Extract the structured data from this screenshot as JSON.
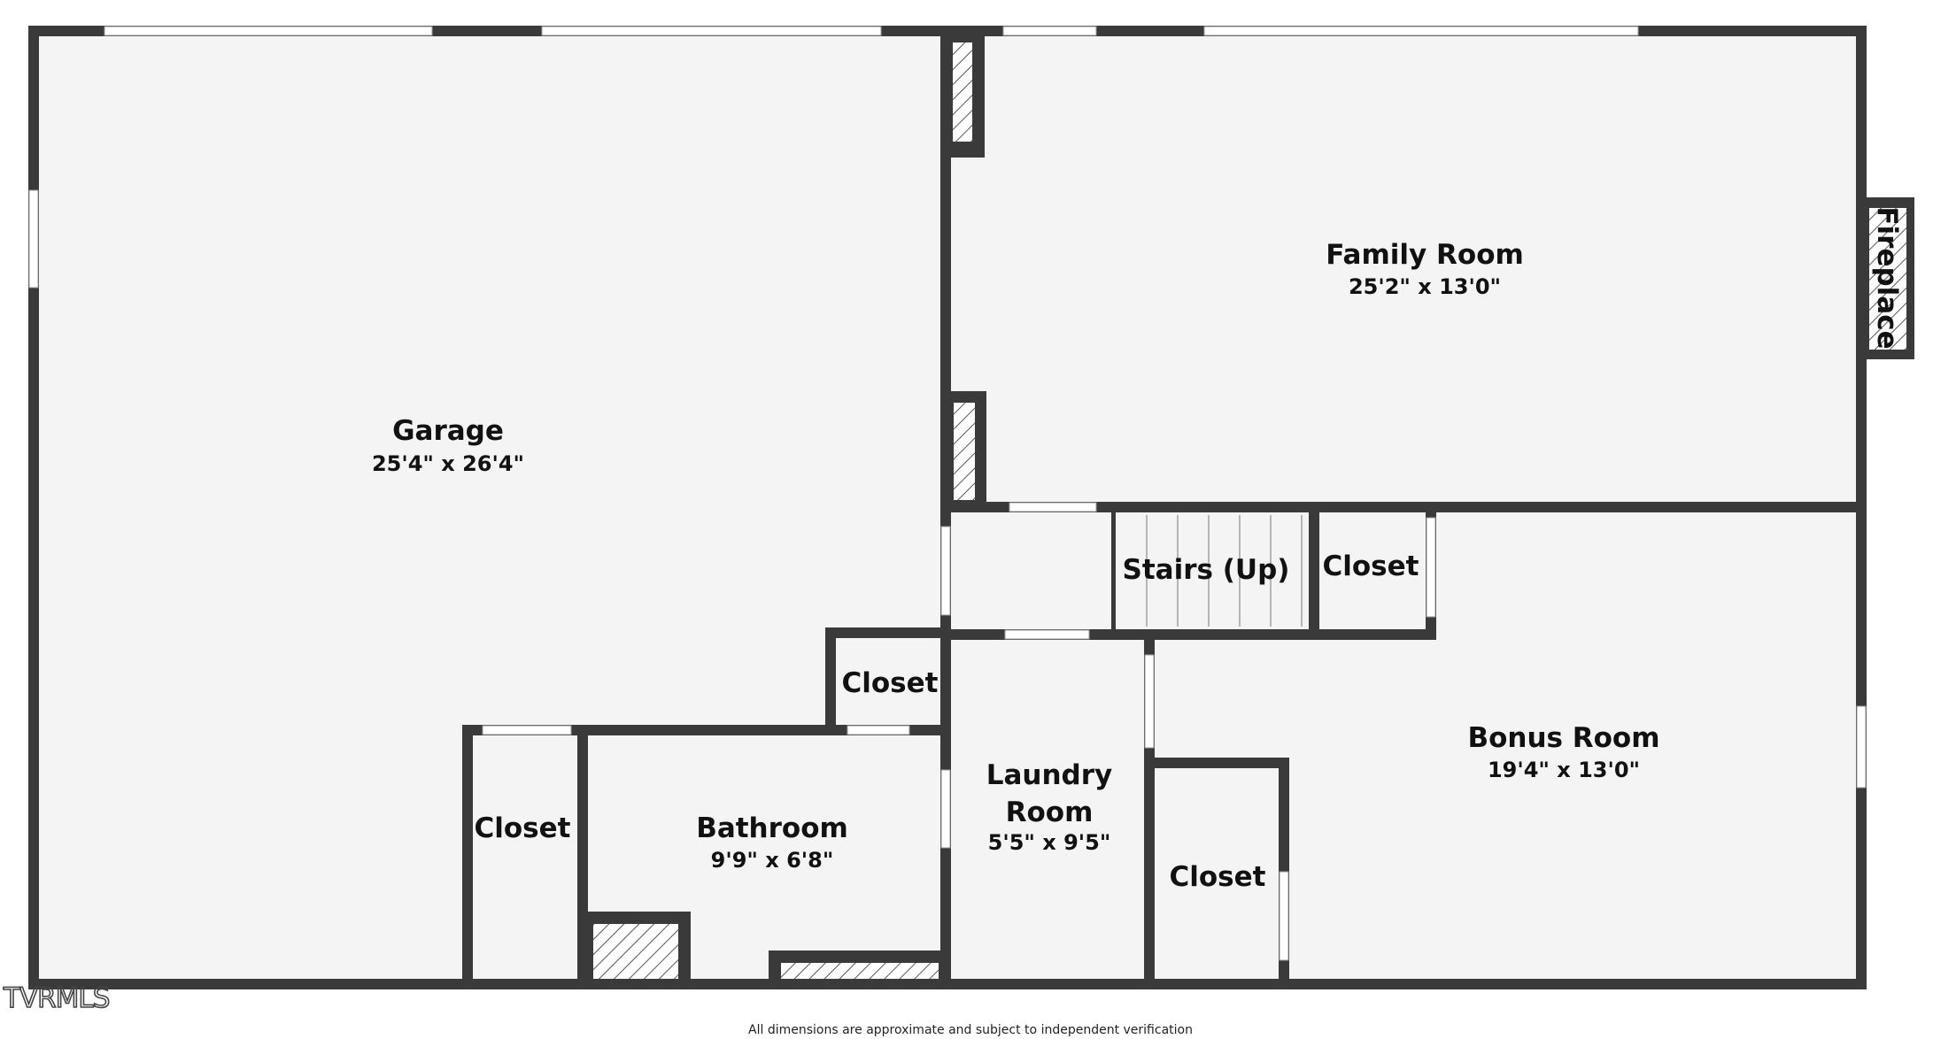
{
  "rooms": {
    "garage": {
      "label": "Garage",
      "dims": "25'4\" x 26'4\""
    },
    "family_room": {
      "label": "Family Room",
      "dims": "25'2\" x 13'0\""
    },
    "fireplace": {
      "label": "Fireplace"
    },
    "stairs": {
      "label": "Stairs (Up)"
    },
    "closet_stairs": {
      "label": "Closet"
    },
    "bonus_room": {
      "label": "Bonus Room",
      "dims": "19'4\" x 13'0\""
    },
    "closet_hall": {
      "label": "Closet"
    },
    "laundry_room": {
      "label_line1": "Laundry",
      "label_line2": "Room",
      "dims": "5'5\" x 9'5\""
    },
    "bathroom": {
      "label": "Bathroom",
      "dims": "9'9\" x 6'8\""
    },
    "closet_left": {
      "label": "Closet"
    },
    "closet_bonus": {
      "label": "Closet"
    }
  },
  "watermark": "TVRMLS",
  "footer_note": "All dimensions are approximate and subject to independent verification",
  "colors": {
    "wall": "#3a3a3a",
    "floor": "#f4f4f4",
    "background": "#ffffff"
  }
}
